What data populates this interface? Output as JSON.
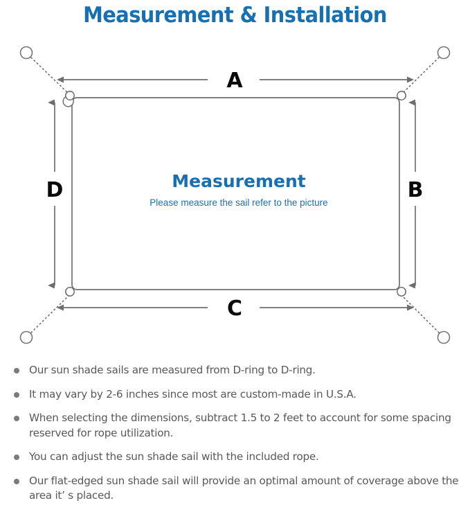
{
  "page": {
    "title": "Measurement & Installation",
    "title_color": "#1770B2",
    "background": "#ffffff"
  },
  "diagram": {
    "name": "sun-shade-sail-measurement-diagram",
    "center_heading": "Measurement",
    "center_subtitle": "Please measure the sail refer to the picture",
    "center_text_color": "#1770B2",
    "line_color": "#6e6e70",
    "dimension_labels": [
      {
        "id": "A",
        "label": "A",
        "edge": "top"
      },
      {
        "id": "B",
        "label": "B",
        "edge": "right"
      },
      {
        "id": "C",
        "label": "C",
        "edge": "bottom"
      },
      {
        "id": "D",
        "label": "D",
        "edge": "left"
      }
    ],
    "anchor_points": [
      {
        "id": "top-left",
        "label": ""
      },
      {
        "id": "top-right",
        "label": ""
      },
      {
        "id": "bottom-left",
        "label": ""
      },
      {
        "id": "bottom-right",
        "label": ""
      }
    ],
    "d_rings": [
      {
        "id": "d-ring-top-left"
      },
      {
        "id": "d-ring-top-right"
      },
      {
        "id": "d-ring-bottom-left"
      },
      {
        "id": "d-ring-bottom-right"
      }
    ]
  },
  "notes": {
    "bullet_color": "#7b7b7d",
    "text_color": "#58585a",
    "items": [
      "Our sun shade sails are measured from D-ring to D-ring.",
      "It may vary by 2-6 inches since most are custom-made in U.S.A.",
      "When selecting the dimensions, subtract 1.5 to 2 feet to account for some spacing reserved for rope utilization.",
      "You can adjust the sun shade sail with the included rope.",
      "Our flat-edged sun shade sail will provide an optimal amount of coverage above the area it’ s placed."
    ]
  }
}
